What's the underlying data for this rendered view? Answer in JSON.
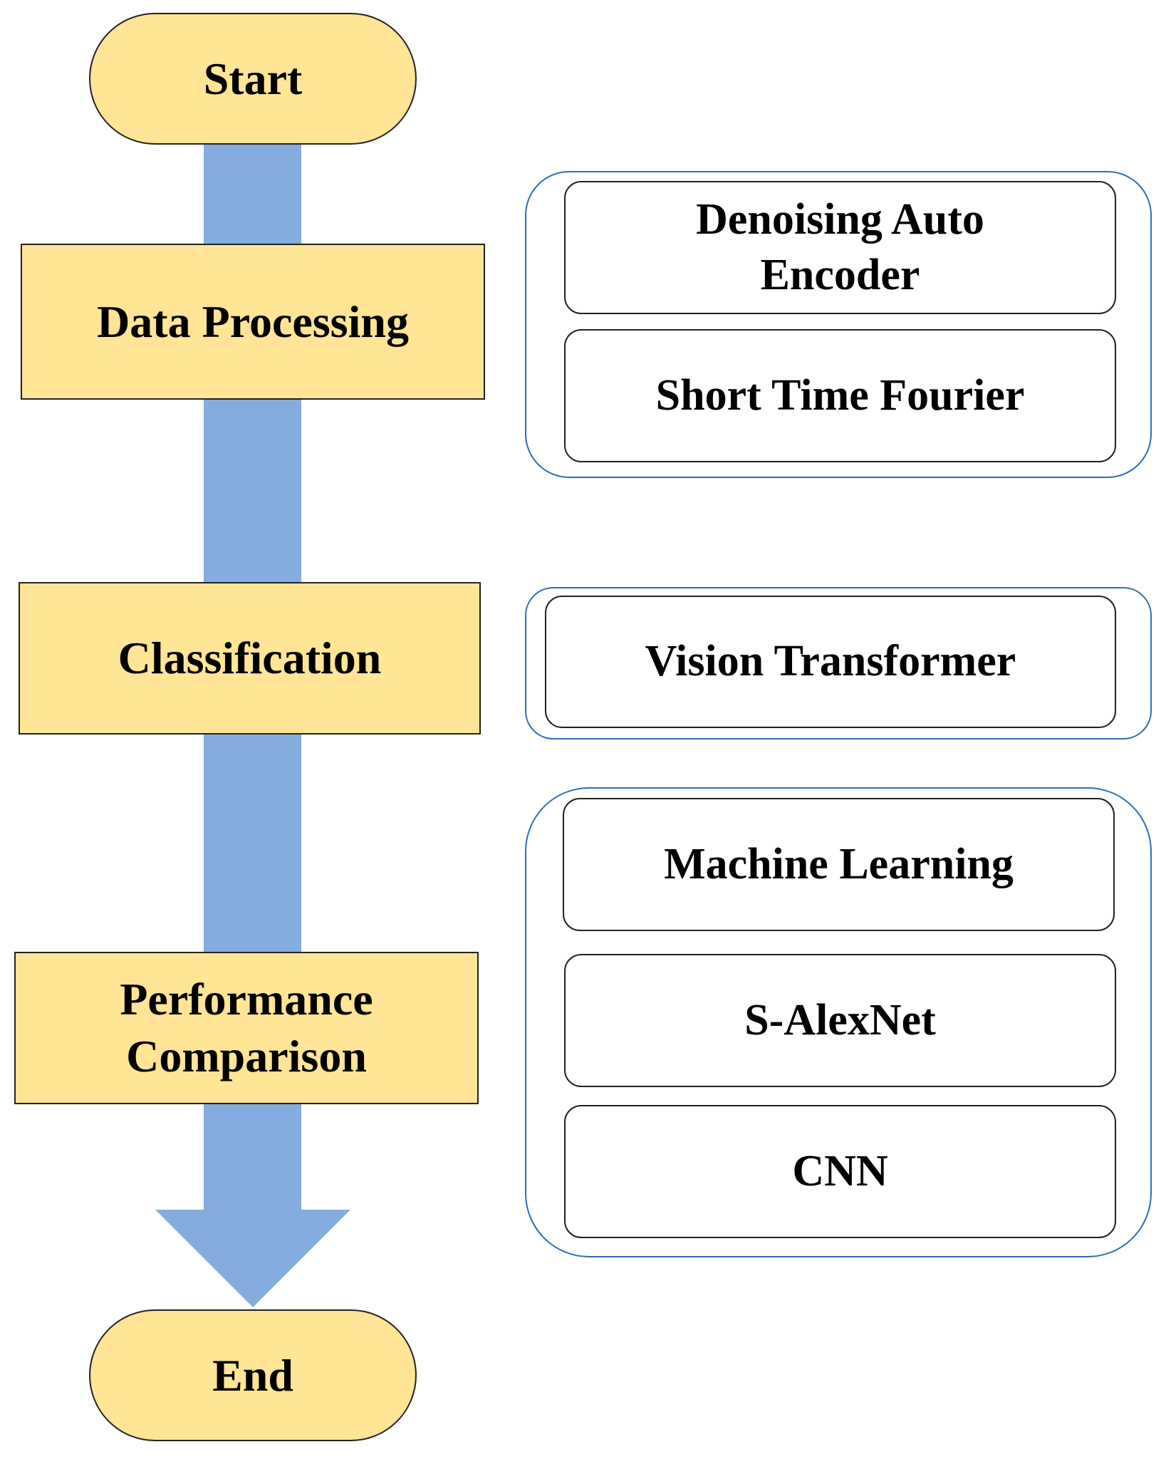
{
  "terminals": {
    "start": "Start",
    "end": "End"
  },
  "steps": {
    "data_processing": "Data Processing",
    "classification": "Classification",
    "performance_comparison": "Performance Comparison"
  },
  "methods": {
    "data_processing": [
      "Denoising Auto Encoder",
      "Short Time Fourier"
    ],
    "classification": [
      "Vision Transformer"
    ],
    "performance_comparison": [
      "Machine Learning",
      "S-AlexNet",
      "CNN"
    ]
  },
  "colors": {
    "step_fill": "#FFE595",
    "flow_arrow": "#85ACDE",
    "group_border": "#2E6DB4"
  }
}
